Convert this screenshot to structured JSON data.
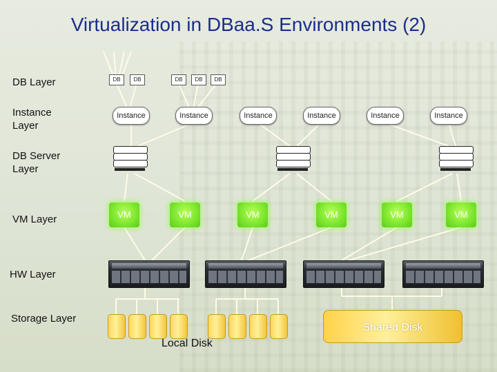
{
  "title": "Virtualization in DBaa.S Environments (2)",
  "layers": {
    "db": "DB Layer",
    "instance": "Instance Layer",
    "db_server": "DB Server Layer",
    "vm": "VM Layer",
    "hw": "HW Layer",
    "storage": "Storage Layer"
  },
  "db_tags": [
    "DB",
    "DB",
    "DB",
    "DB",
    "DB"
  ],
  "instances": [
    "Instance",
    "Instance",
    "Instance",
    "Instance",
    "Instance",
    "Instance"
  ],
  "vms": [
    "VM",
    "VM",
    "VM",
    "VM",
    "VM",
    "VM"
  ],
  "shared_disk_label": "Shared Disk",
  "local_disk_label": "Local Disk",
  "colors": {
    "title": "#1a2e8a",
    "vm_glow": "#7be52c",
    "disk": "#ffd85a",
    "connector": "#fffbe8"
  },
  "icons": {
    "db_server": "database-server-icon",
    "hardware": "rack-server-icon",
    "disk": "disk-cylinder-icon"
  }
}
